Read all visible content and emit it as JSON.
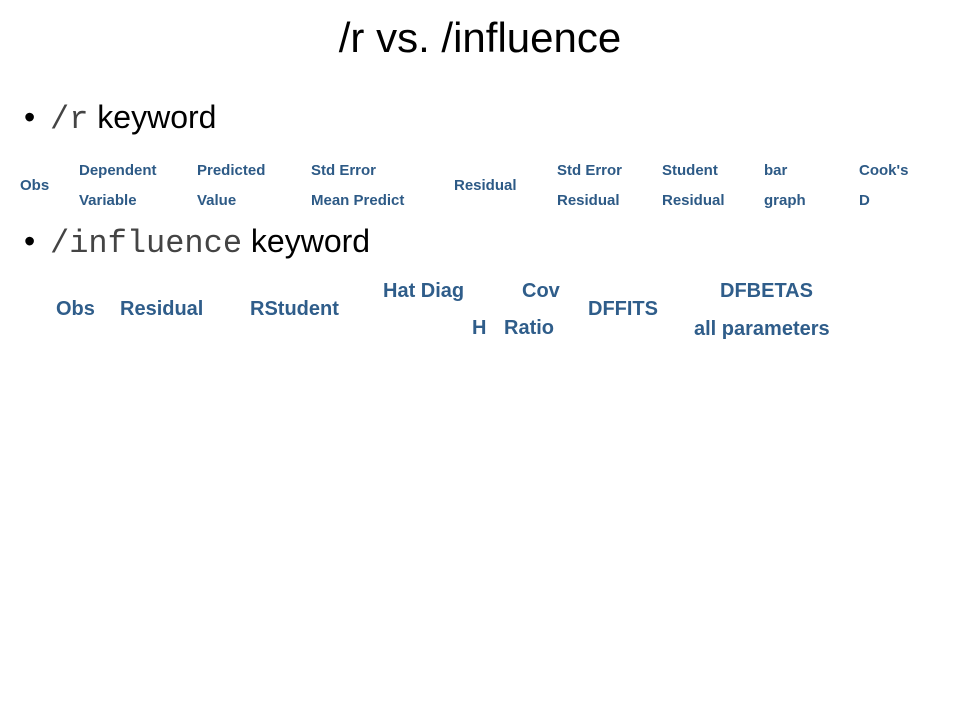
{
  "title": "/r vs. /influence",
  "bullets": [
    {
      "keyword": "/r",
      "text": " keyword"
    },
    {
      "keyword": "/influence",
      "text": " keyword"
    }
  ],
  "r_columns": [
    [
      "Obs"
    ],
    [
      "Dependent",
      "Variable"
    ],
    [
      "Predicted",
      "Value"
    ],
    [
      "Std Error",
      "Mean Predict"
    ],
    [
      "Residual"
    ],
    [
      "Std Error",
      "Residual"
    ],
    [
      "Student",
      "Residual"
    ],
    [
      "bar",
      "graph"
    ],
    [
      "Cook's",
      "D"
    ]
  ],
  "influence_columns": [
    [
      "Obs"
    ],
    [
      "Residual"
    ],
    [
      "RStudent"
    ],
    [
      "Hat Diag",
      "H"
    ],
    [
      "Cov",
      "Ratio"
    ],
    [
      "DFFITS"
    ],
    [
      "DFBETAS",
      "all parameters"
    ]
  ]
}
